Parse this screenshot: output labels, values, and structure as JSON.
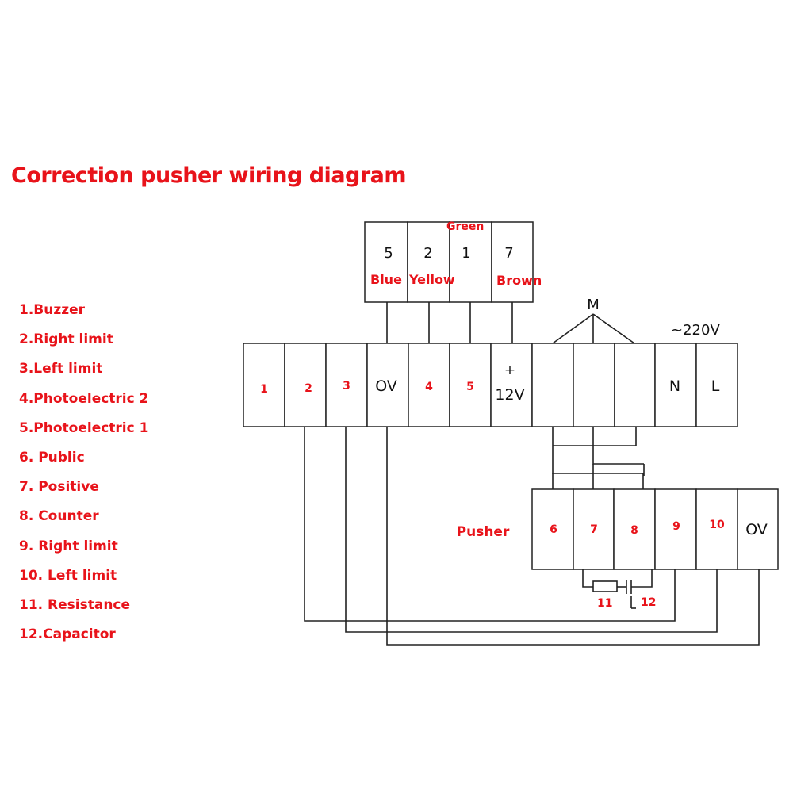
{
  "title": "Correction pusher wiring diagram",
  "legend": [
    "1.Buzzer",
    "2.Right limit",
    "3.Left limit",
    "4.Photoelectric 2",
    "5.Photoelectric 1",
    "6. Public",
    "7. Positive",
    "8. Counter",
    "9. Right limit",
    "10. Left limit",
    "11. Resistance",
    "12.Capacitor"
  ],
  "sensor_connector": {
    "pins": [
      "5",
      "2",
      "1",
      "7"
    ],
    "colors": [
      "Blue",
      "Yellow",
      "Green",
      "Brown"
    ]
  },
  "main_terminal": {
    "terminals": [
      "1",
      "2",
      "3",
      "OV",
      "4",
      "5",
      "+",
      "12V",
      "N",
      "L"
    ],
    "motor_label": "M",
    "supply_label": "~220V"
  },
  "pusher": {
    "label": "Pusher",
    "terminals": [
      "6",
      "7",
      "8",
      "9",
      "10",
      "OV"
    ],
    "component_labels": [
      "11",
      "12"
    ]
  },
  "colors": {
    "accent": "#e8131a",
    "line": "#222222"
  }
}
